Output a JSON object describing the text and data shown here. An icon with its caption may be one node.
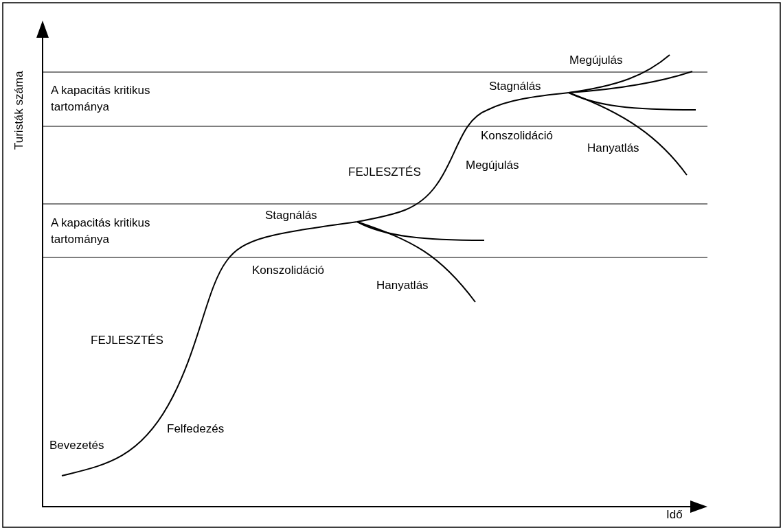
{
  "diagram": {
    "labels": [
      "Megújulás",
      "Turisták száma",
      "Stagnálás",
      "A kapacitás kritikus tartománya",
      "Konszolidáció",
      "Hanyatlás",
      "FEJLESZTÉS",
      "Megújulás",
      "Stagnálás",
      "A kapacitás kritikus tartománya",
      "Konszolidáció",
      "Hanyatlás",
      "FEJLESZTÉS",
      "Felfedezés",
      "Bevezetés",
      "Idő"
    ]
  }
}
